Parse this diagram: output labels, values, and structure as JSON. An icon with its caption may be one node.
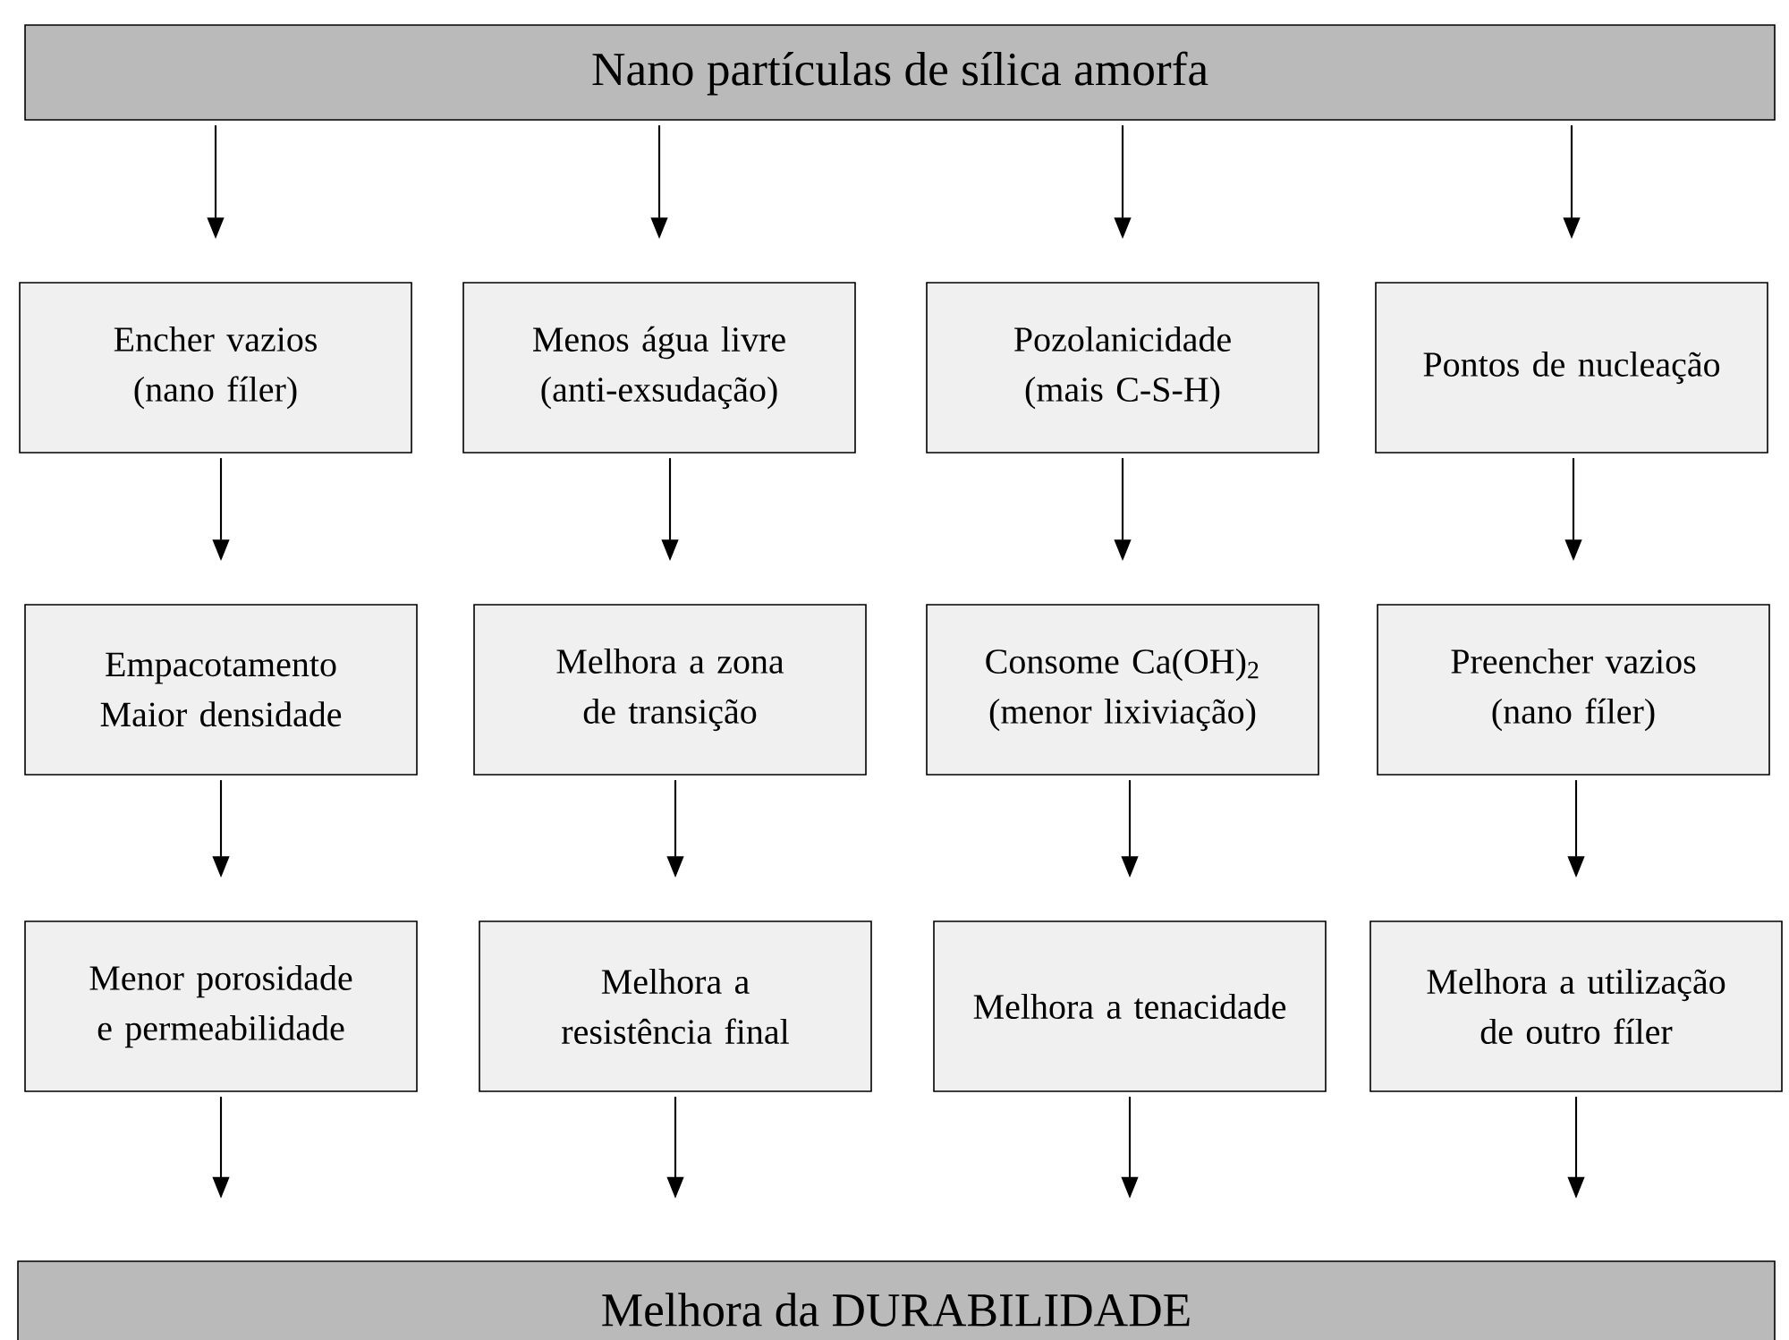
{
  "diagram": {
    "nodes": [
      {
        "text": [
          "Nano partículas de sílica amorfa"
        ]
      },
      {
        "text": [
          "Encher vazios (nano fíler)"
        ]
      },
      {
        "text": [
          "Menos água livre (anti-exsudação)"
        ]
      },
      {
        "text": [
          "Pozolanicidade (mais C-S-H)"
        ]
      },
      {
        "text": [
          "Pontos de nucleação"
        ]
      },
      {
        "text": [
          "Empacotamento Maior densidade"
        ]
      },
      {
        "text": [
          "Melhora a zona de transição"
        ]
      },
      {
        "text": [
          "Consome Ca(OH)$_{2}$ (menor lixiviação)"
        ]
      },
      {
        "text": [
          "Preencher vazios (nano fíler)"
        ]
      },
      {
        "text": [
          "Menor porosidade e permeabilidade"
        ]
      },
      {
        "text": [
          "Melhora a resistência final"
        ]
      },
      {
        "text": [
          "Melhora a tenacidade"
        ]
      },
      {
        "text": [
          "Melhora a utilização de outro fíler"
        ]
      },
      {
        "text": [
          "Melhora da DURABILIDADE"
        ]
      }
    ],
    "edges": [
      {
        "from": 0,
        "to": 1,
        "arrow": "to"
      },
      {
        "from": 0,
        "to": 2,
        "arrow": "to"
      },
      {
        "from": 0,
        "to": 3,
        "arrow": "to"
      },
      {
        "from": 0,
        "to": 4,
        "arrow": "to"
      },
      {
        "from": 1,
        "to": 5,
        "arrow": "to"
      },
      {
        "from": 2,
        "to": 6,
        "arrow": "to"
      },
      {
        "from": 3,
        "to": 7,
        "arrow": "to"
      },
      {
        "from": 4,
        "to": 8,
        "arrow": "to"
      },
      {
        "from": 5,
        "to": 9,
        "arrow": "to"
      },
      {
        "from": 6,
        "to": 10,
        "arrow": "to"
      },
      {
        "from": 7,
        "to": 11,
        "arrow": "to"
      },
      {
        "from": 8,
        "to": 12,
        "arrow": "to"
      },
      {
        "from": 9,
        "to": 13,
        "arrow": "to"
      },
      {
        "from": 10,
        "to": 13,
        "arrow": "to"
      },
      {
        "from": 11,
        "to": 13,
        "arrow": "to"
      },
      {
        "from": 12,
        "to": 13,
        "arrow": "to"
      }
    ]
  }
}
